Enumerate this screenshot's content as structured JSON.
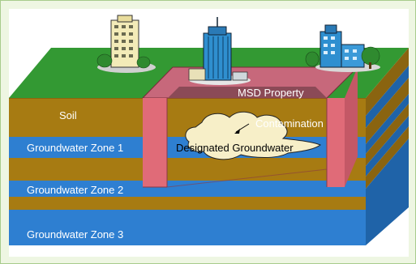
{
  "labels": {
    "msd_property": "MSD Property",
    "soil": "Soil",
    "contamination": "Contamination",
    "designated_groundwater": "Designated Groundwater",
    "zone1": "Groundwater Zone 1",
    "zone2": "Groundwater Zone 2",
    "zone3": "Groundwater Zone 3"
  },
  "colors": {
    "surface_green": "#339933",
    "soil_brown": "#a77b12",
    "groundwater_blue": "#2e7fd1",
    "property_box": "#e06b78",
    "contamination_plume": "#f7efc8",
    "frame_bg": "#eef6e2"
  },
  "icons": [
    "apartment-building-icon",
    "office-tower-icon",
    "office-complex-icon"
  ]
}
